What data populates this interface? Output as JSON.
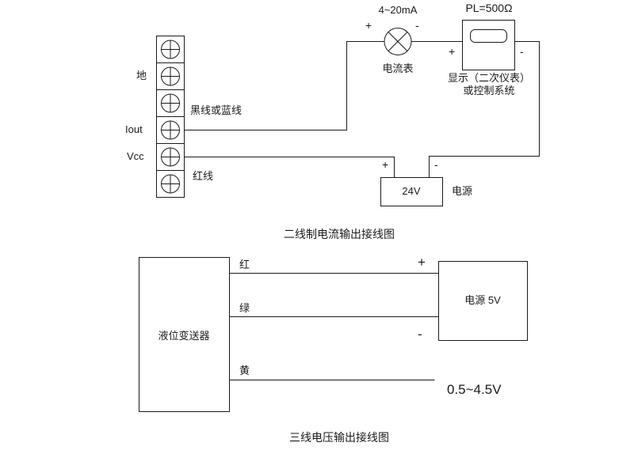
{
  "page": {
    "background": "#ffffff",
    "line_color": "#1a1a1a"
  },
  "diagram_top": {
    "title": "二线制电流输出接线图",
    "terminals": {
      "ground": "地",
      "iout": "Iout",
      "vcc": "Vcc"
    },
    "wire_labels": {
      "black_or_blue": "黑线或蓝线",
      "red": "红线"
    },
    "meter": {
      "range": "4~20mA",
      "name": "电流表",
      "plus": "+",
      "minus": "-"
    },
    "load": {
      "title": "PL=500Ω",
      "plus": "+",
      "minus": "-",
      "desc_line1": "显示（二次仪表）",
      "desc_line2": "或控制系统"
    },
    "supply": {
      "value": "24V",
      "name": "电源",
      "plus": "+",
      "minus": "-"
    }
  },
  "diagram_bottom": {
    "title": "三线电压输出接线图",
    "transmitter": "液位变送器",
    "wires": {
      "red": "红",
      "green": "绿",
      "yellow": "黄"
    },
    "supply": {
      "name": "电源 5V",
      "plus": "+",
      "minus": "-"
    },
    "output": "0.5~4.5V"
  }
}
